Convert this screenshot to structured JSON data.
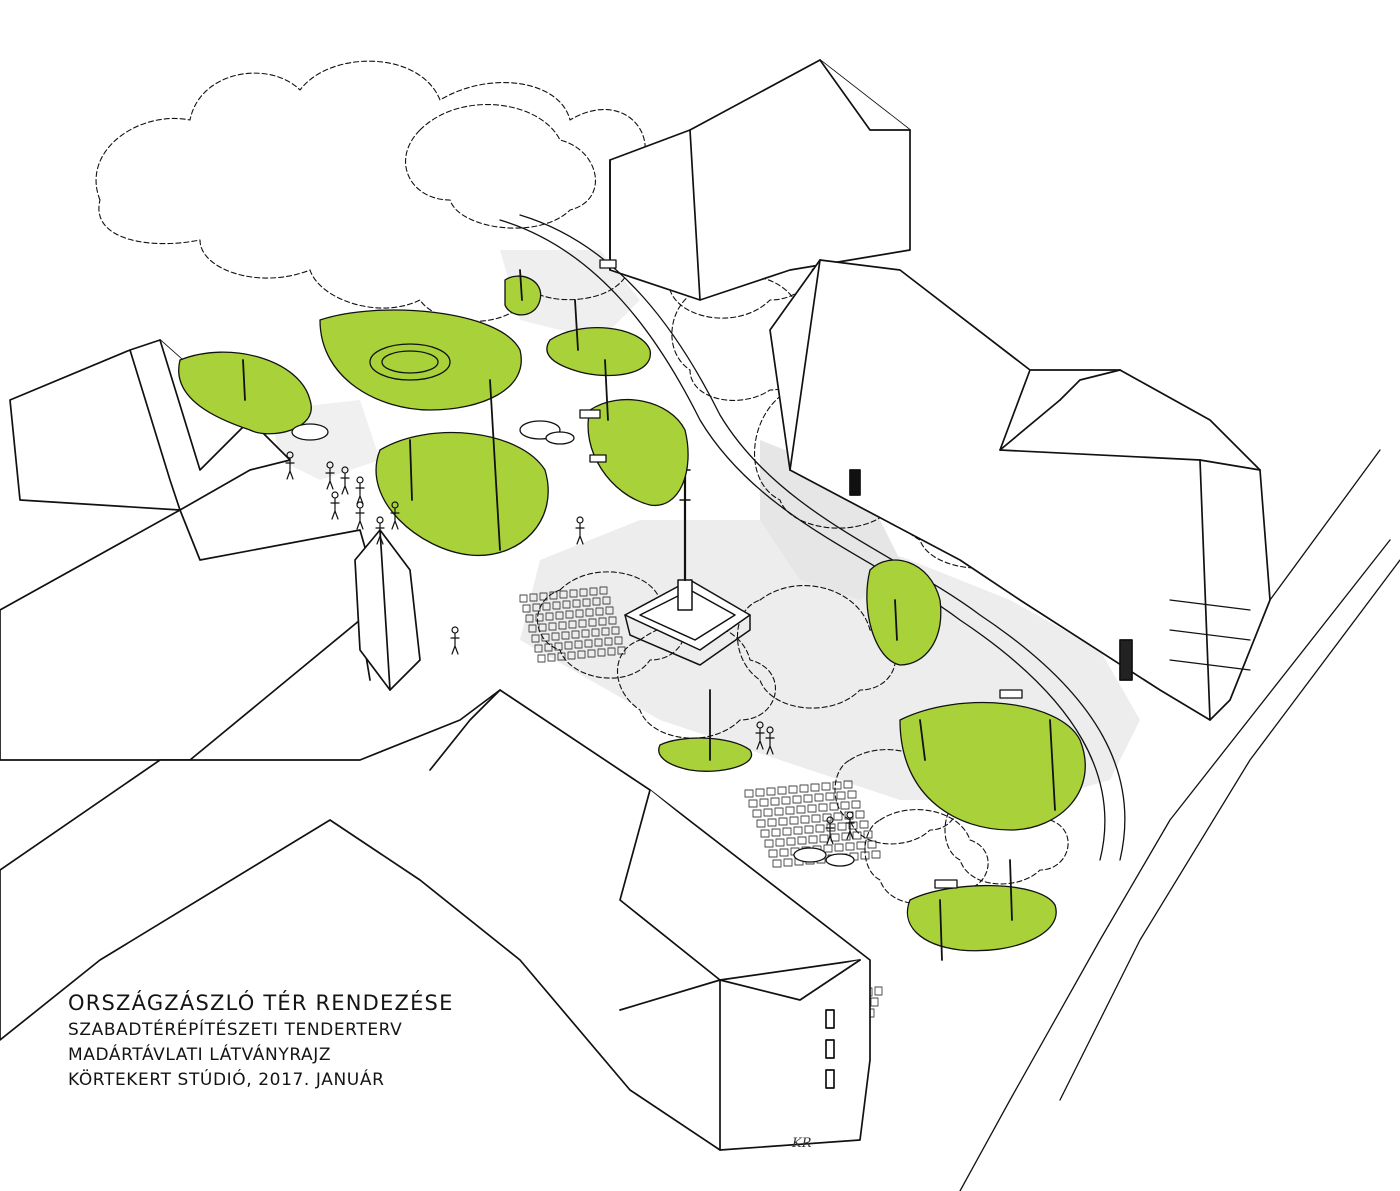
{
  "caption": {
    "title": "ORSZÁGZÁSZLÓ TÉR RENDEZÉSE",
    "line2": "SZABADTÉRÉPÍTÉSZETI TENDERTERV",
    "line3": "MADÁRTÁVLATI LÁTVÁNYRAJZ",
    "line4": "KÖRTEKERT STÚDIÓ, 2017. JANUÁR"
  },
  "signature": "KR",
  "colors": {
    "ink": "#111111",
    "lawn": "#a9d23a",
    "lawn_dark": "#6f9a1c",
    "shadow": "#e4e4e4",
    "paper": "#ffffff"
  },
  "image_elements": [
    "bird-eye-sketch",
    "buildings",
    "tree-canopies",
    "green-lawn-islands",
    "flagpole-monument",
    "paving-pattern",
    "pedestrian-figures",
    "benches",
    "curved-path"
  ]
}
